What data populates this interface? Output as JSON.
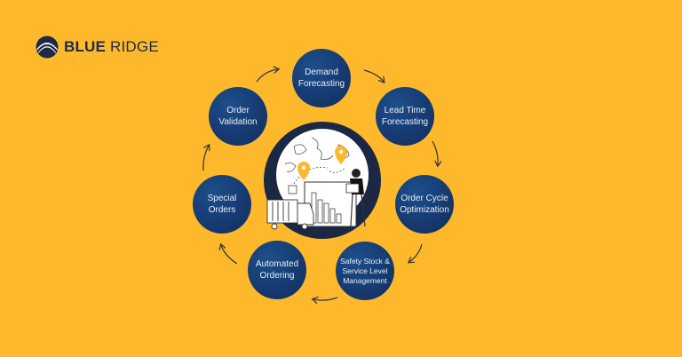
{
  "brand": {
    "name_bold": "BLUE",
    "name_light": "RIDGE",
    "mark_icon": "mountain-ridge-logo-icon",
    "colors": {
      "background": "#FDB92B",
      "node": "#173e76",
      "text_dark": "#1e2a47",
      "node_text": "#e8eef7",
      "pin": "#FDB92B"
    }
  },
  "cycle": {
    "nodes": [
      {
        "id": "demand-forecasting",
        "label": "Demand\nForecasting"
      },
      {
        "id": "lead-time-forecasting",
        "label": "Lead Time\nForecasting"
      },
      {
        "id": "order-cycle-optimization",
        "label": "Order Cycle\nOptimization"
      },
      {
        "id": "safety-stock",
        "label": "Safety Stock &\nService Level\nManagement"
      },
      {
        "id": "automated-ordering",
        "label": "Automated\nOrdering"
      },
      {
        "id": "special-orders",
        "label": "Special\nOrders"
      },
      {
        "id": "order-validation",
        "label": "Order\nValidation"
      }
    ],
    "center_illustration": "globe-truck-chart-person-illustration",
    "arrow_direction": "clockwise"
  }
}
